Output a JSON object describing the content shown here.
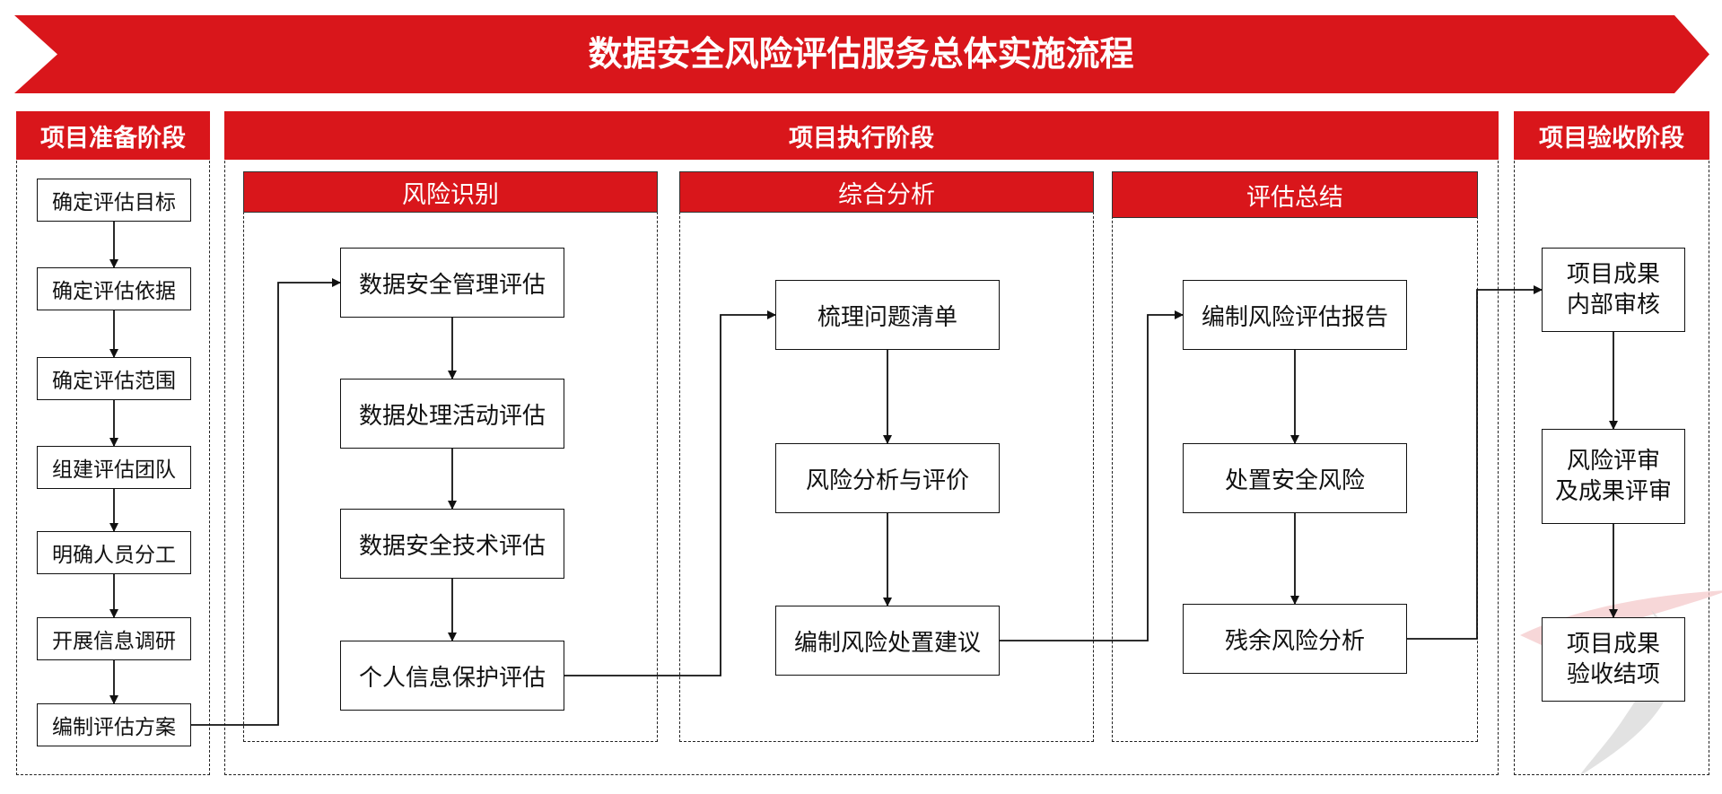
{
  "title": "数据安全风险评估服务总体实施流程",
  "colors": {
    "accent": "#d9161b",
    "text": "#111111",
    "line": "#222222"
  },
  "phases": {
    "prepare": {
      "label": "项目准备阶段",
      "steps": [
        "确定评估目标",
        "确定评估依据",
        "确定评估范围",
        "组建评估团队",
        "明确人员分工",
        "开展信息调研",
        "编制评估方案"
      ]
    },
    "execute": {
      "label": "项目执行阶段",
      "groups": {
        "identify": {
          "label": "风险识别",
          "steps": [
            "数据安全管理评估",
            "数据处理活动评估",
            "数据安全技术评估",
            "个人信息保护评估"
          ]
        },
        "analyze": {
          "label": "综合分析",
          "steps": [
            "梳理问题清单",
            "风险分析与评价",
            "编制风险处置建议"
          ]
        },
        "summarize": {
          "label": "评估总结",
          "steps": [
            "编制风险评估报告",
            "处置安全风险",
            "残余风险分析"
          ]
        }
      }
    },
    "accept": {
      "label": "项目验收阶段",
      "steps": [
        "项目成果\n内部审核",
        "风险评审\n及成果评审",
        "项目成果\n验收结项"
      ]
    }
  }
}
